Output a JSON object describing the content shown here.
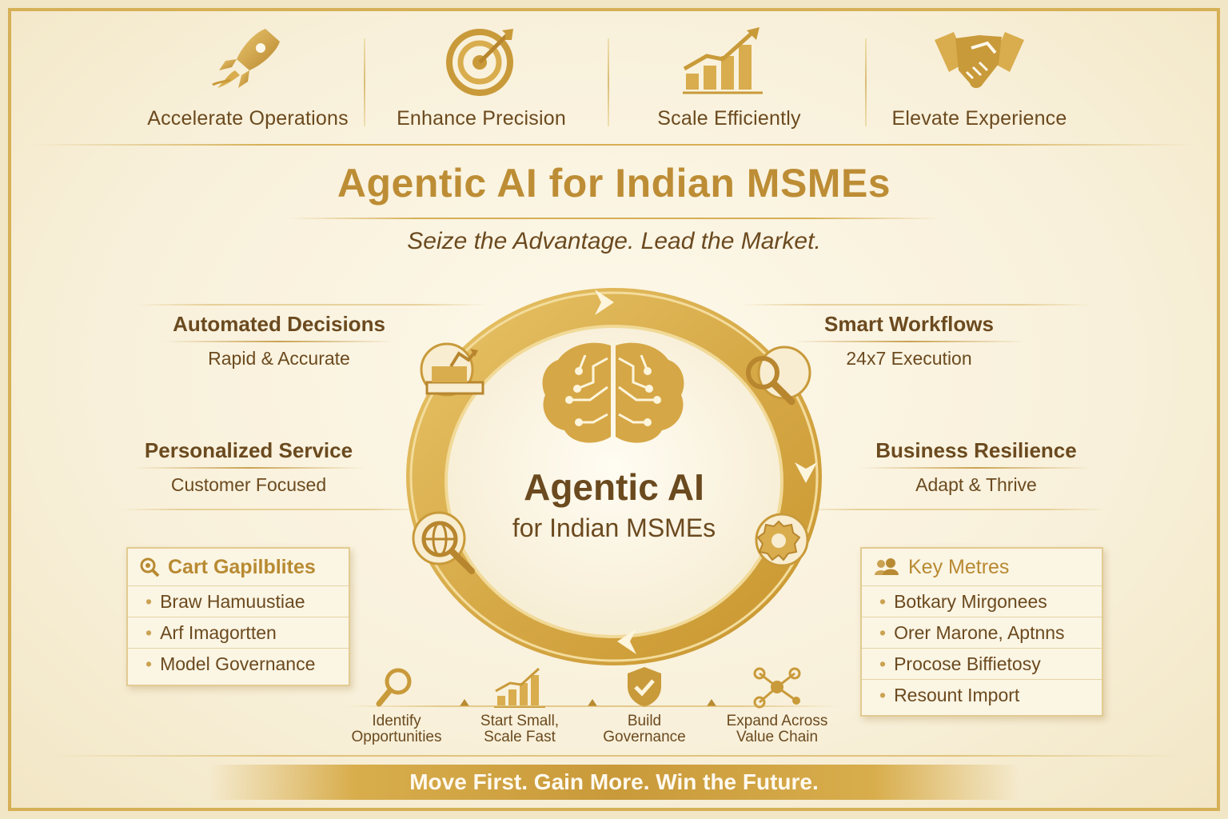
{
  "benefits": [
    {
      "label": "Accelerate Operations",
      "icon": "rocket-icon"
    },
    {
      "label": "Enhance Precision",
      "icon": "target-icon"
    },
    {
      "label": "Scale Efficiently",
      "icon": "growth-chart-icon"
    },
    {
      "label": "Elevate Experience",
      "icon": "handshake-icon"
    }
  ],
  "title": "Agentic AI for Indian MSMEs",
  "subtitle": "Seize the Advantage. Lead the Market.",
  "features": {
    "automated": {
      "title": "Automated Decisions",
      "sub": "Rapid & Accurate"
    },
    "smart": {
      "title": "Smart Workflows",
      "sub": "24x7 Execution"
    },
    "personalized": {
      "title": "Personalized Service",
      "sub": "Customer Focused"
    },
    "resilience": {
      "title": "Business Resilience",
      "sub": "Adapt & Thrive"
    }
  },
  "center": {
    "line1": "Agentic AI",
    "line2": "for Indian MSMEs",
    "icon": "brain-circuit-icon"
  },
  "left_panel": {
    "title": "Cart Gapilblites",
    "items": [
      "Braw Hamuustiae",
      "Arf Imagortten",
      "Model Governance"
    ]
  },
  "right_panel": {
    "title": "Key Metres",
    "items": [
      "Botkary Mirgonees",
      "Orer Marone, Aptnns",
      "Procose Biffietosy",
      "Resount Import"
    ]
  },
  "steps": [
    {
      "line1": "Identify",
      "line2": "Opportunities",
      "icon": "magnifier-icon"
    },
    {
      "line1": "Start Small,",
      "line2": "Scale Fast",
      "icon": "bar-chart-icon"
    },
    {
      "line1": "Build",
      "line2": "Governance",
      "icon": "shield-check-icon"
    },
    {
      "line1": "Expand Across",
      "line2": "Value Chain",
      "icon": "network-icon"
    }
  ],
  "banner": "Move First. Gain More. Win the Future.",
  "colors": {
    "gold": "#d6b056",
    "dark_gold": "#b88a32",
    "brown": "#6b4a1f",
    "cream": "#fbf5e4"
  }
}
